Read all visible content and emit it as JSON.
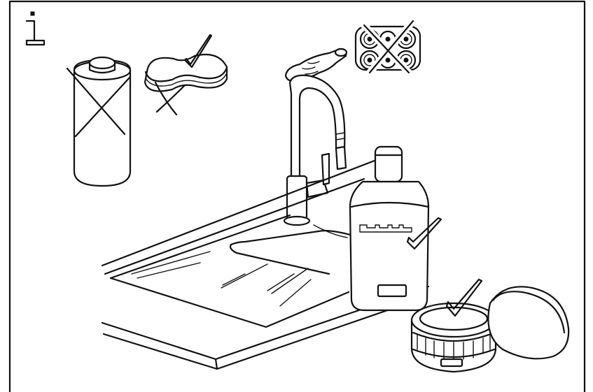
{
  "colors": {
    "line": "#111111",
    "background": "#ffffff"
  },
  "icons": {
    "info": "info-icon",
    "allowed": "check-mark-icon",
    "forbidden": "cross-mark-icon"
  },
  "items": [
    {
      "name": "abrasive-cleaner-container",
      "status": "forbidden"
    },
    {
      "name": "sponge-abrasive-side",
      "status": "forbidden"
    },
    {
      "name": "sponge-soft-side",
      "status": "allowed"
    },
    {
      "name": "steel-wool-pads",
      "status": "forbidden"
    },
    {
      "name": "liquid-detergent-bottle",
      "status": "allowed"
    },
    {
      "name": "cleaning-paste-tin",
      "status": "allowed"
    }
  ]
}
